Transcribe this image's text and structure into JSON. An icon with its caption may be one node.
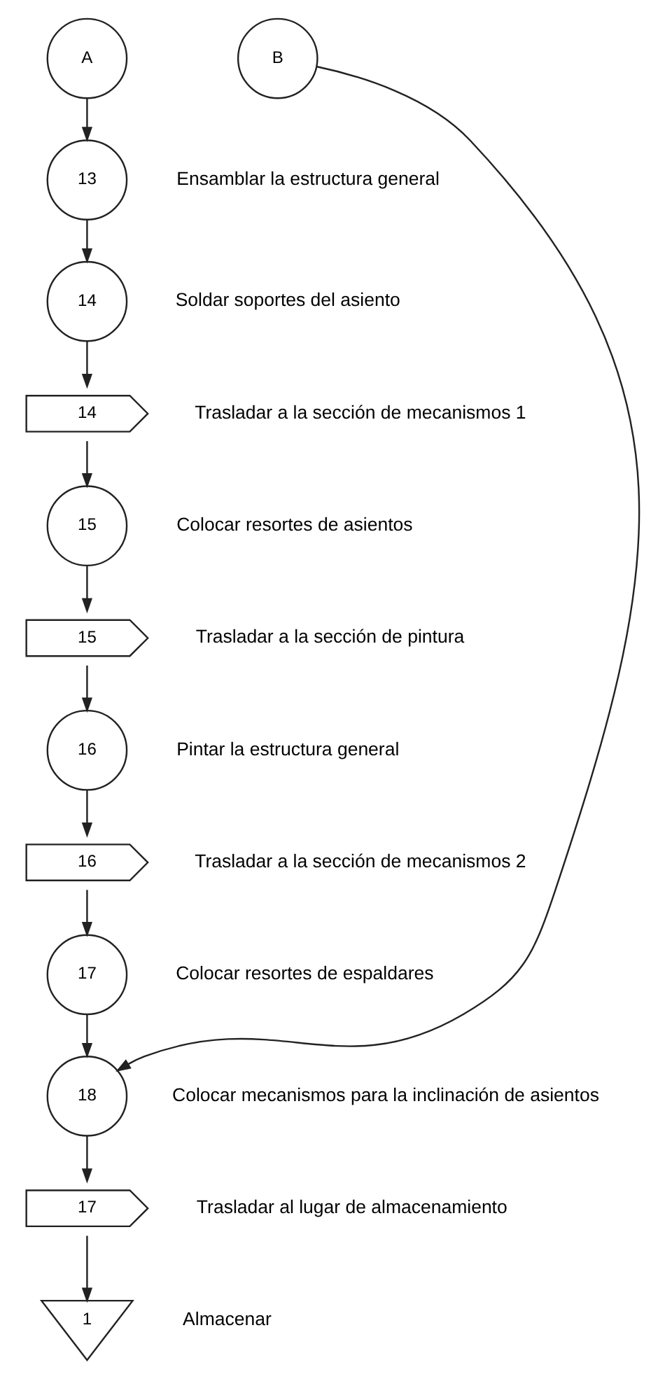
{
  "diagram": {
    "nodes": [
      {
        "text": [
          "A"
        ]
      },
      {
        "text": [
          "B"
        ]
      },
      {
        "text": [
          "13"
        ],
        "beside": [
          "Ensamblar la estructura general"
        ]
      },
      {
        "text": [
          "14"
        ],
        "beside": [
          "Soldar soportes del asiento"
        ]
      },
      {
        "text": [
          "14"
        ],
        "beside": [
          "Trasladar a la sección de mecanismos 1"
        ]
      },
      {
        "text": [
          "15"
        ],
        "beside": [
          "Colocar resortes de asientos"
        ]
      },
      {
        "text": [
          "15"
        ],
        "beside": [
          "Trasladar a la sección de pintura"
        ]
      },
      {
        "text": [
          "16"
        ],
        "beside": [
          "Pintar la estructura general"
        ]
      },
      {
        "text": [
          "16"
        ],
        "beside": [
          "Trasladar a la sección de mecanismos 2"
        ]
      },
      {
        "text": [
          "17"
        ],
        "beside": [
          "Colocar resortes de espaldares"
        ]
      },
      {
        "text": [
          "18"
        ],
        "beside": [
          "Colocar mecanismos para la inclinación de asientos"
        ]
      },
      {
        "text": [
          "17"
        ],
        "beside": [
          "Trasladar al lugar de almacenamiento"
        ]
      },
      {
        "text": [
          "1"
        ],
        "beside": [
          "Almacenar"
        ]
      }
    ],
    "edges": [
      {
        "from": 0,
        "to": 2,
        "arrow": "to"
      },
      {
        "from": 2,
        "to": 3,
        "arrow": "to"
      },
      {
        "from": 3,
        "to": 4,
        "arrow": "to"
      },
      {
        "from": 4,
        "to": 5,
        "arrow": "to"
      },
      {
        "from": 5,
        "to": 6,
        "arrow": "to"
      },
      {
        "from": 6,
        "to": 7,
        "arrow": "to"
      },
      {
        "from": 7,
        "to": 8,
        "arrow": "to"
      },
      {
        "from": 8,
        "to": 9,
        "arrow": "to"
      },
      {
        "from": 9,
        "to": 10,
        "arrow": "to"
      },
      {
        "from": 1,
        "to": 10,
        "arrow": "to"
      },
      {
        "from": 10,
        "to": 11,
        "arrow": "to"
      },
      {
        "from": 11,
        "to": 12,
        "arrow": "to"
      }
    ]
  }
}
